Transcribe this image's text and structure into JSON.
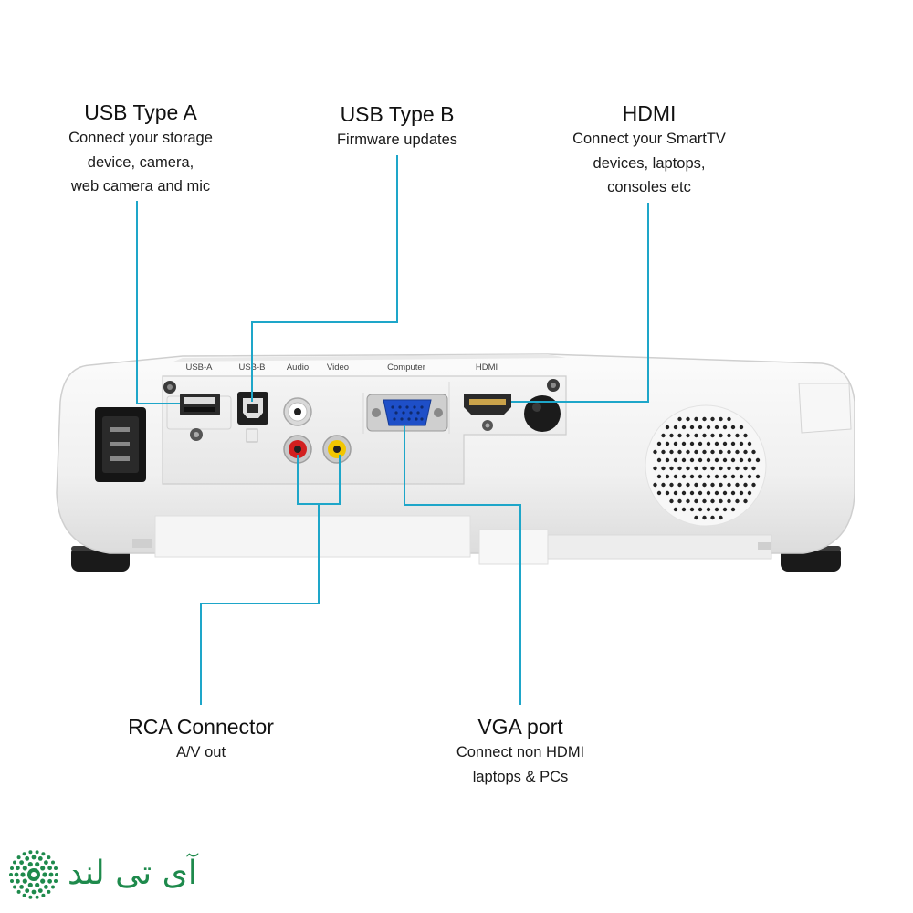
{
  "callouts": {
    "usb_a": {
      "title": "USB Type A",
      "lines": [
        "Connect your storage",
        "device, camera,",
        "web camera and mic"
      ]
    },
    "usb_b": {
      "title": "USB Type B",
      "lines": [
        "Firmware updates"
      ]
    },
    "hdmi": {
      "title": "HDMI",
      "lines": [
        "Connect your SmartTV",
        "devices, laptops,",
        "consoles etc"
      ]
    },
    "rca": {
      "title": "RCA Connector",
      "lines": [
        "A/V out"
      ]
    },
    "vga": {
      "title": "VGA port",
      "lines": [
        "Connect non HDMI",
        "laptops & PCs"
      ]
    }
  },
  "port_labels": {
    "usb_a": "USB-A",
    "usb_b": "USB-B",
    "audio": "Audio",
    "video": "Video",
    "computer": "Computer",
    "hdmi": "HDMI"
  },
  "logo": {
    "text": "آی تی لند"
  },
  "colors": {
    "callout_line": "#1ea6c9",
    "projector_body": "#f3f3f3",
    "vga_blue": "#1e4fc8",
    "rca_red": "#d21f1f",
    "rca_yellow": "#f2c600",
    "logo_green": "#1e8a4c"
  }
}
